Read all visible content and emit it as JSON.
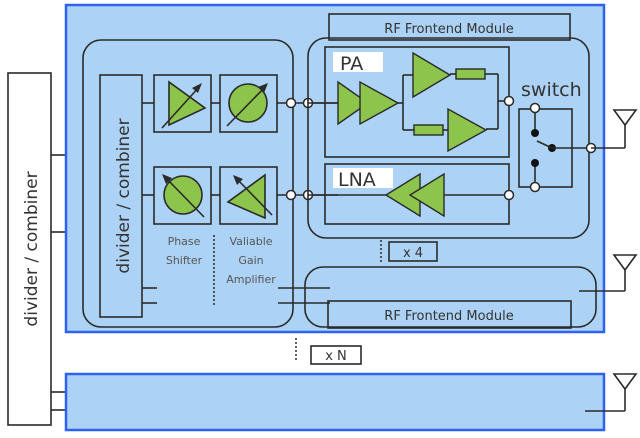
{
  "colors": {
    "board_fill": "#acd3f5",
    "board_border": "#2f62f0",
    "panel_fill": "#ffffff",
    "block_fill": "#f0c6a2",
    "amp_fill": "#8dc44c",
    "line": "#2a2a2a"
  },
  "outer_divider": {
    "label": "divider / combiner"
  },
  "subarray": {
    "inner_divider": {
      "label": "divider / combiner"
    },
    "phase_shifter": {
      "label_line1": "Phase",
      "label_line2": "Shifter"
    },
    "vga": {
      "label_line1": "Valiable",
      "label_line2": "Gain",
      "label_line3": "Amplifier"
    },
    "rf_module": {
      "title": "RF Frontend Module",
      "pa_label": "PA",
      "lna_label": "LNA",
      "switch_label": "switch"
    },
    "repeat_badge": "x 4",
    "rf_module_collapsed": {
      "title": "RF Frontend Module"
    }
  },
  "board_repeat_badge": "x N",
  "icons": [
    "phase-shifter-icon",
    "variable-gain-amplifier-icon",
    "amplifier-icon",
    "filter-icon",
    "switch-icon",
    "antenna-icon",
    "port-node-icon"
  ]
}
